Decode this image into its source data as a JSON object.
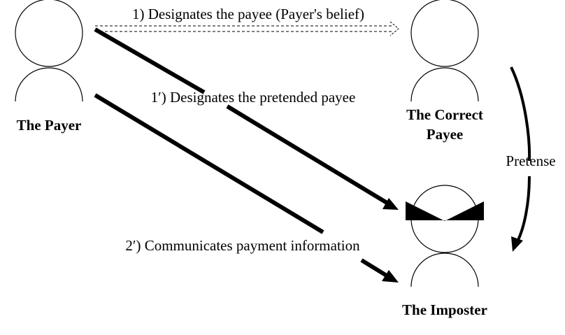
{
  "actors": {
    "payer": {
      "name": "The Payer"
    },
    "correct_payee": {
      "name_line1": "The Correct",
      "name_line2": "Payee"
    },
    "imposter": {
      "name": "The Imposter"
    }
  },
  "arrows": {
    "designates_payee": "1) Designates the payee (Payer's belief)",
    "designates_pretended": "1′) Designates the pretended payee",
    "communicates_payment": "2′) Communicates payment information",
    "pretense": "Pretense"
  }
}
